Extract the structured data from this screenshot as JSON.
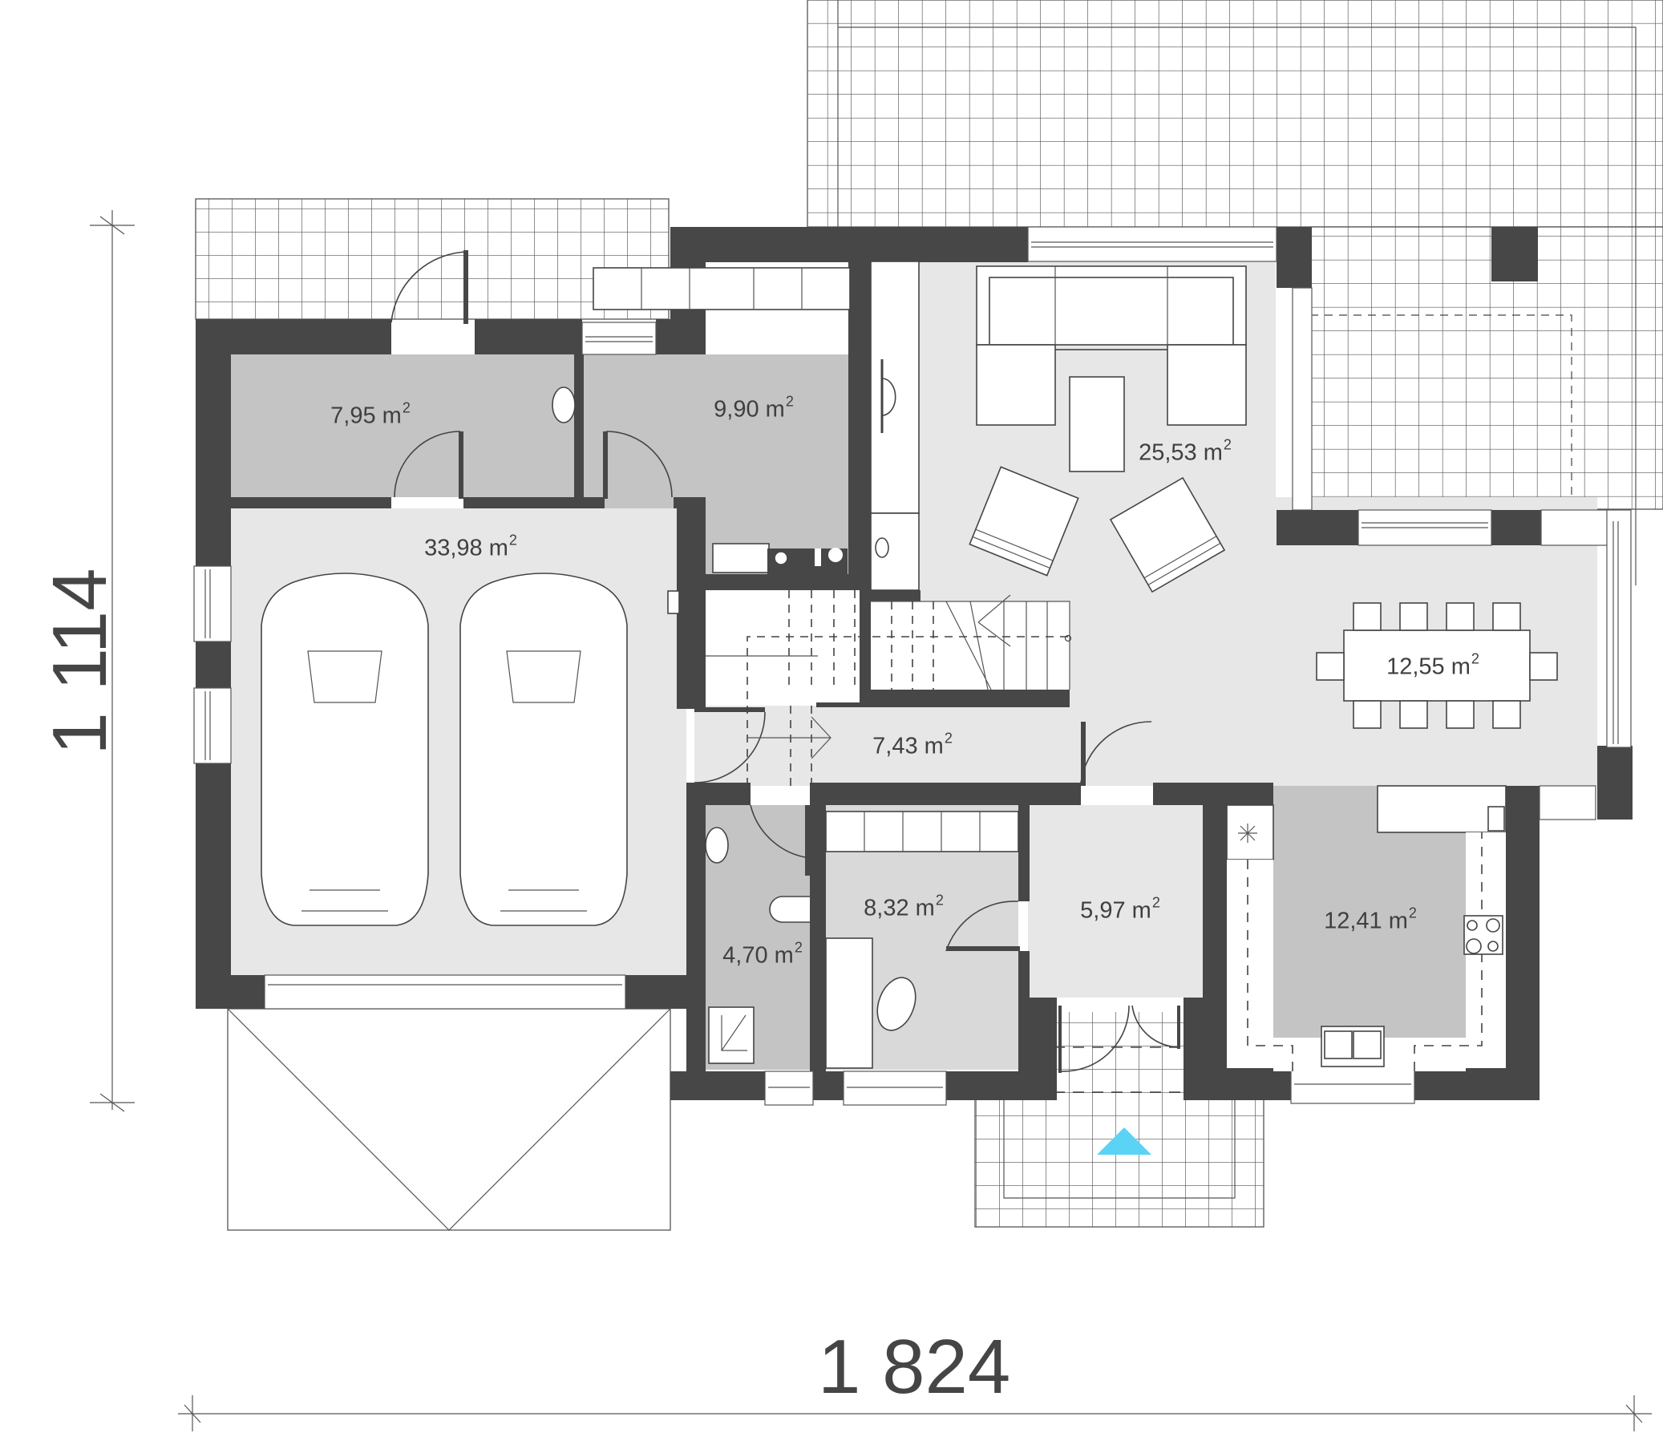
{
  "plan": {
    "title": "Ground floor plan",
    "colors": {
      "wall": "#474747",
      "room_dark": "#c4c4c4",
      "room_mid": "#d9d9d9",
      "room_light": "#e7e7e7",
      "entrance_arrow": "#5bd3f5"
    },
    "dimensions": {
      "width": "1 824",
      "height": "1 114"
    },
    "rooms": [
      {
        "id": "utility",
        "area": "7,95",
        "unit": "m",
        "exp": "2"
      },
      {
        "id": "boiler-room",
        "area": "9,90",
        "unit": "m",
        "exp": "2"
      },
      {
        "id": "garage",
        "area": "33,98",
        "unit": "m",
        "exp": "2"
      },
      {
        "id": "living-room",
        "area": "25,53",
        "unit": "m",
        "exp": "2"
      },
      {
        "id": "dining-room",
        "area": "12,55",
        "unit": "m",
        "exp": "2"
      },
      {
        "id": "hall",
        "area": "7,43",
        "unit": "m",
        "exp": "2"
      },
      {
        "id": "wc",
        "area": "4,70",
        "unit": "m",
        "exp": "2"
      },
      {
        "id": "office",
        "area": "8,32",
        "unit": "m",
        "exp": "2"
      },
      {
        "id": "vestibule",
        "area": "5,97",
        "unit": "m",
        "exp": "2"
      },
      {
        "id": "kitchen",
        "area": "12,41",
        "unit": "m",
        "exp": "2"
      }
    ],
    "entrance_icon": "triangle-up-icon"
  }
}
